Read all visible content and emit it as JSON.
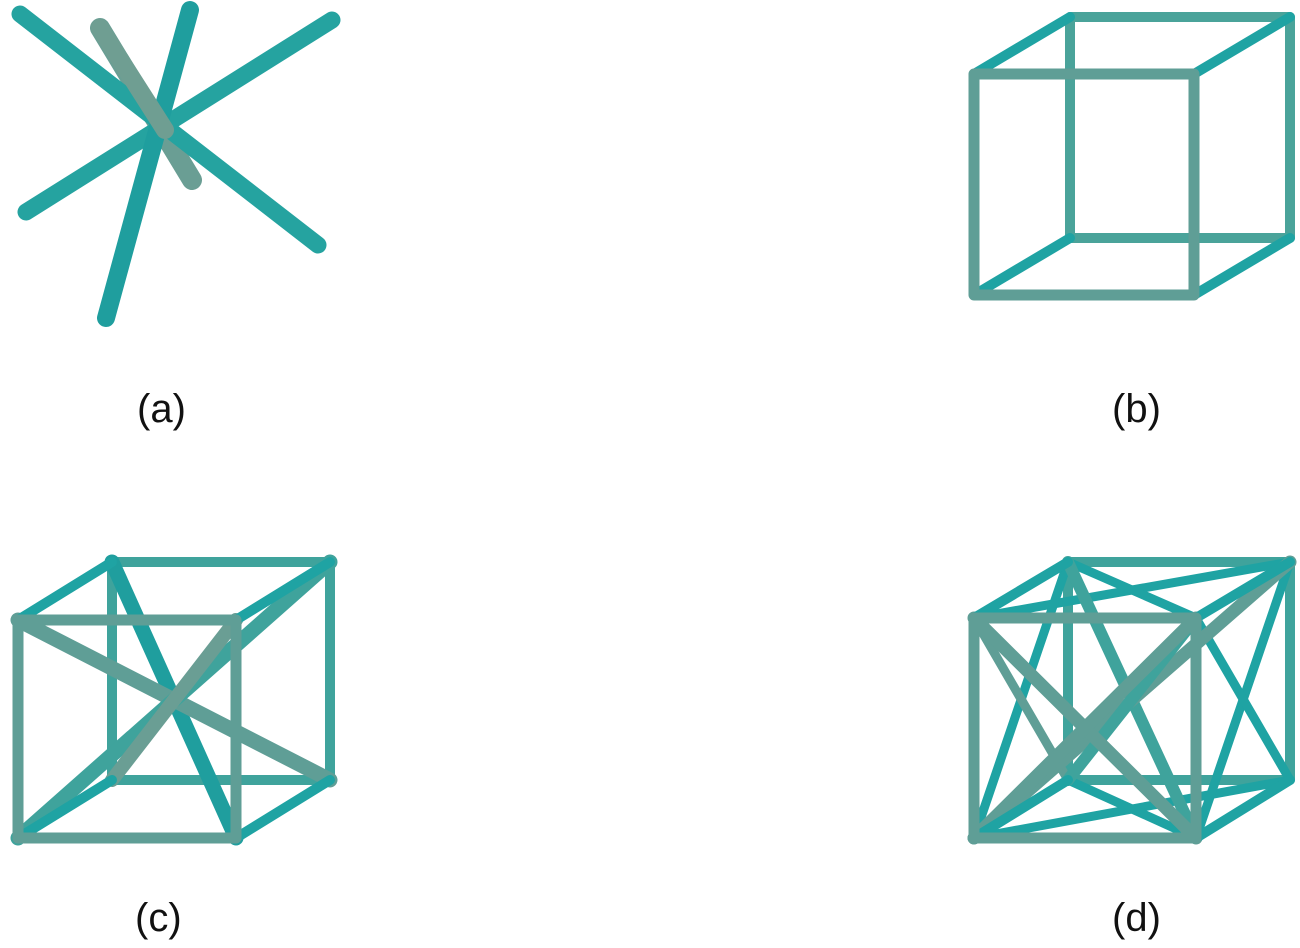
{
  "figure": {
    "colors": {
      "strut_primary": "#1fa3a3",
      "strut_shade": "#5f9e96",
      "background": "#ffffff",
      "label": "#111111"
    },
    "panels": [
      {
        "id": "a",
        "label": "(a)",
        "description": "Body-centered struts only (4 body diagonals crossing at center)"
      },
      {
        "id": "b",
        "label": "(b)",
        "description": "Simple cubic frame (12 cube edges)"
      },
      {
        "id": "c",
        "label": "(c)",
        "description": "Body-centered cubic with cube edges"
      },
      {
        "id": "d",
        "label": "(d)",
        "description": "Cube edges with body and face diagonals"
      }
    ]
  }
}
